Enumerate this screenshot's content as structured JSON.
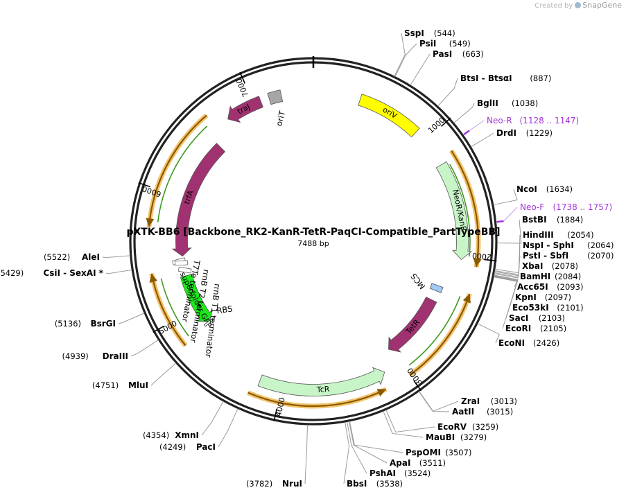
{
  "credit": {
    "created_by": "Created by",
    "brand": "SnapGene"
  },
  "plasmid": {
    "name": "pXTK-BB6 [Backbone_RK2-KanR-TetR-PaqCI-Compatible_PartTypeBB]",
    "length_bp": 7488,
    "length_label": "7488 bp",
    "ring_ticks": [
      1000,
      2000,
      3000,
      4000,
      5000,
      6000,
      7000
    ],
    "ring_tick_labels": [
      "1000",
      "2000",
      "3000",
      "4000",
      "5000",
      "6000",
      "7000"
    ]
  },
  "features": [
    {
      "name": "oriV",
      "start": 380,
      "end": 900,
      "direction": "none",
      "color": "#ffff00",
      "track": "outer",
      "label_inside": true
    },
    {
      "name": "oriT",
      "start": 7130,
      "end": 7230,
      "direction": "none",
      "color": "#a6a6a6",
      "track": "outer",
      "label_inside": false
    },
    {
      "name": "traJ",
      "start": 6760,
      "end": 7060,
      "direction": "reverse",
      "color": "#a13271",
      "track": "outer",
      "label_inside": true
    },
    {
      "name": "trfA",
      "start": 5480,
      "end": 6560,
      "direction": "reverse",
      "color": "#a13271",
      "track": "inner",
      "label_inside": true
    },
    {
      "name": "NeoR/KanR",
      "start": 1230,
      "end": 2020,
      "direction": "forward",
      "color": "#c8f5c8",
      "track": "outer",
      "label_inside": true
    },
    {
      "name": "TetR",
      "start": 2420,
      "end": 3020,
      "direction": "forward",
      "color": "#a13271",
      "track": "inner",
      "label_inside": true
    },
    {
      "name": "TcR",
      "start": 3150,
      "end": 4180,
      "direction": "reverse",
      "color": "#c8f5c8",
      "track": "outer",
      "label_inside": true
    },
    {
      "name": "superfolder GFP",
      "start": 4830,
      "end": 5300,
      "direction": "reverse",
      "color": "#1ee81e",
      "track": "inner",
      "label_inside": true
    },
    {
      "name": "MCS",
      "start": 2280,
      "end": 2330,
      "direction": "none",
      "color": "#9fcaf5",
      "track": "inner",
      "label_inside": false
    },
    {
      "name": "RBS",
      "start": 4820,
      "end": 4838,
      "direction": "none",
      "color": "#ffffff",
      "track": "inner",
      "label_inside": false
    }
  ],
  "small_features": [
    {
      "name": "T7Te terminator",
      "pos": 5440
    },
    {
      "name": "rrnB T2 terminator",
      "pos": 5420
    },
    {
      "name": "rrnB T1 terminator",
      "pos": 5350
    }
  ],
  "orf_arcs": [
    {
      "start": 1180,
      "end": 2060,
      "direction": "forward"
    },
    {
      "start": 2260,
      "end": 3000,
      "direction": "reverse"
    },
    {
      "start": 3200,
      "end": 4230,
      "direction": "reverse"
    },
    {
      "start": 4800,
      "end": 5380,
      "direction": "forward"
    },
    {
      "start": 5720,
      "end": 6650,
      "direction": "reverse"
    }
  ],
  "primers": [
    {
      "name": "Neo-R",
      "range": "(1128 .. 1147)",
      "pos": 1137
    },
    {
      "name": "Neo-F",
      "range": "(1738 .. 1757)",
      "pos": 1747
    }
  ],
  "sites": [
    {
      "name": "SspI",
      "pos": 544,
      "pos_label": "(544)"
    },
    {
      "name": "PsiI",
      "pos": 549,
      "pos_label": "(549)"
    },
    {
      "name": "PasI",
      "pos": 663,
      "pos_label": "(663)"
    },
    {
      "name": "BtsI - BtsαI",
      "pos": 887,
      "pos_label": "(887)"
    },
    {
      "name": "BglII",
      "pos": 1038,
      "pos_label": "(1038)"
    },
    {
      "name": "DrdI",
      "pos": 1229,
      "pos_label": "(1229)"
    },
    {
      "name": "NcoI",
      "pos": 1634,
      "pos_label": "(1634)"
    },
    {
      "name": "BstBI",
      "pos": 1884,
      "pos_label": "(1884)"
    },
    {
      "name": "HindIII",
      "pos": 2054,
      "pos_label": "(2054)"
    },
    {
      "name": "NspI - SphI",
      "pos": 2064,
      "pos_label": "(2064)"
    },
    {
      "name": "PstI - SbfI",
      "pos": 2070,
      "pos_label": "(2070)"
    },
    {
      "name": "XbaI",
      "pos": 2078,
      "pos_label": "(2078)"
    },
    {
      "name": "BamHI",
      "pos": 2084,
      "pos_label": "(2084)"
    },
    {
      "name": "Acc65I",
      "pos": 2093,
      "pos_label": "(2093)"
    },
    {
      "name": "KpnI",
      "pos": 2097,
      "pos_label": "(2097)"
    },
    {
      "name": "Eco53kI",
      "pos": 2101,
      "pos_label": "(2101)"
    },
    {
      "name": "SacI",
      "pos": 2103,
      "pos_label": "(2103)"
    },
    {
      "name": "EcoRI",
      "pos": 2105,
      "pos_label": "(2105)"
    },
    {
      "name": "EcoNI",
      "pos": 2426,
      "pos_label": "(2426)"
    },
    {
      "name": "ZraI",
      "pos": 3013,
      "pos_label": "(3013)"
    },
    {
      "name": "AatII",
      "pos": 3015,
      "pos_label": "(3015)"
    },
    {
      "name": "EcoRV",
      "pos": 3259,
      "pos_label": "(3259)"
    },
    {
      "name": "MauBI",
      "pos": 3279,
      "pos_label": "(3279)"
    },
    {
      "name": "PspOMI",
      "pos": 3507,
      "pos_label": "(3507)"
    },
    {
      "name": "ApaI",
      "pos": 3511,
      "pos_label": "(3511)"
    },
    {
      "name": "PshAI",
      "pos": 3524,
      "pos_label": "(3524)"
    },
    {
      "name": "BbsI",
      "pos": 3538,
      "pos_label": "(3538)"
    },
    {
      "name": "NruI",
      "pos": 3782,
      "pos_label": "(3782)"
    },
    {
      "name": "PacI",
      "pos": 4249,
      "pos_label": "(4249)"
    },
    {
      "name": "XmnI",
      "pos": 4354,
      "pos_label": "(4354)"
    },
    {
      "name": "MluI",
      "pos": 4751,
      "pos_label": "(4751)"
    },
    {
      "name": "DraIII",
      "pos": 4939,
      "pos_label": "(4939)"
    },
    {
      "name": "BsrGI",
      "pos": 5136,
      "pos_label": "(5136)"
    },
    {
      "name": "CsiI - SexAI *",
      "pos": 5429,
      "pos_label": "(5429)"
    },
    {
      "name": "AleI",
      "pos": 5522,
      "pos_label": "(5522)"
    }
  ]
}
